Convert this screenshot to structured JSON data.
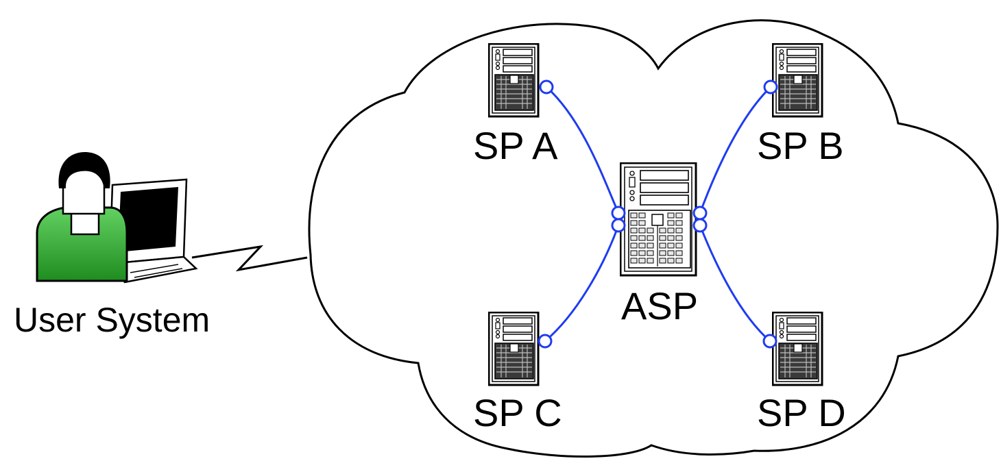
{
  "diagram": {
    "user": {
      "label": "User System",
      "icon": "user-with-laptop-icon"
    },
    "cloud": {
      "icon": "network-cloud"
    },
    "central_server": {
      "label": "ASP",
      "icon": "server-tower-icon"
    },
    "service_providers": [
      {
        "id": "a",
        "label": "SP A",
        "icon": "server-tower-icon"
      },
      {
        "id": "b",
        "label": "SP B",
        "icon": "server-tower-icon"
      },
      {
        "id": "c",
        "label": "SP C",
        "icon": "server-tower-icon"
      },
      {
        "id": "d",
        "label": "SP D",
        "icon": "server-tower-icon"
      }
    ],
    "links": [
      {
        "from": "ASP",
        "to": "SP A"
      },
      {
        "from": "ASP",
        "to": "SP B"
      },
      {
        "from": "ASP",
        "to": "SP C"
      },
      {
        "from": "ASP",
        "to": "SP D"
      },
      {
        "from": "User System",
        "to": "cloud",
        "style": "wireless"
      }
    ],
    "colors": {
      "link": "#1f3cf0",
      "user_body": "#3fb43f",
      "outline": "#000000"
    }
  }
}
